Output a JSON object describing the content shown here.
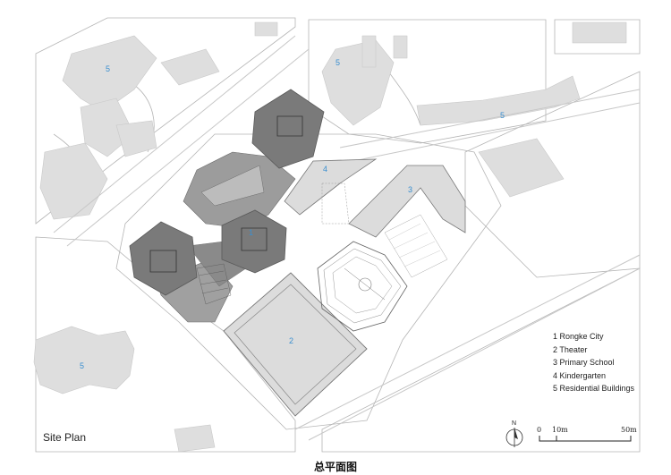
{
  "plan_title": "Site Plan",
  "caption": "总平面图",
  "legend": [
    {
      "label": "1 Rongke City"
    },
    {
      "label": "2 Theater"
    },
    {
      "label": "3 Primary School"
    },
    {
      "label": "4 Kindergarten"
    },
    {
      "label": "5 Residential Buildings"
    }
  ],
  "map_labels": [
    "1",
    "2",
    "3",
    "4",
    "5",
    "5",
    "5",
    "5"
  ],
  "north_label": "N",
  "scale": {
    "labels": [
      "0",
      "10m",
      "50m"
    ]
  },
  "colors": {
    "building_gray": "#dcdcdc",
    "tower_dark": "#7a7a7a",
    "label_blue": "#3a8fd0",
    "line": "#9a9a9a"
  }
}
